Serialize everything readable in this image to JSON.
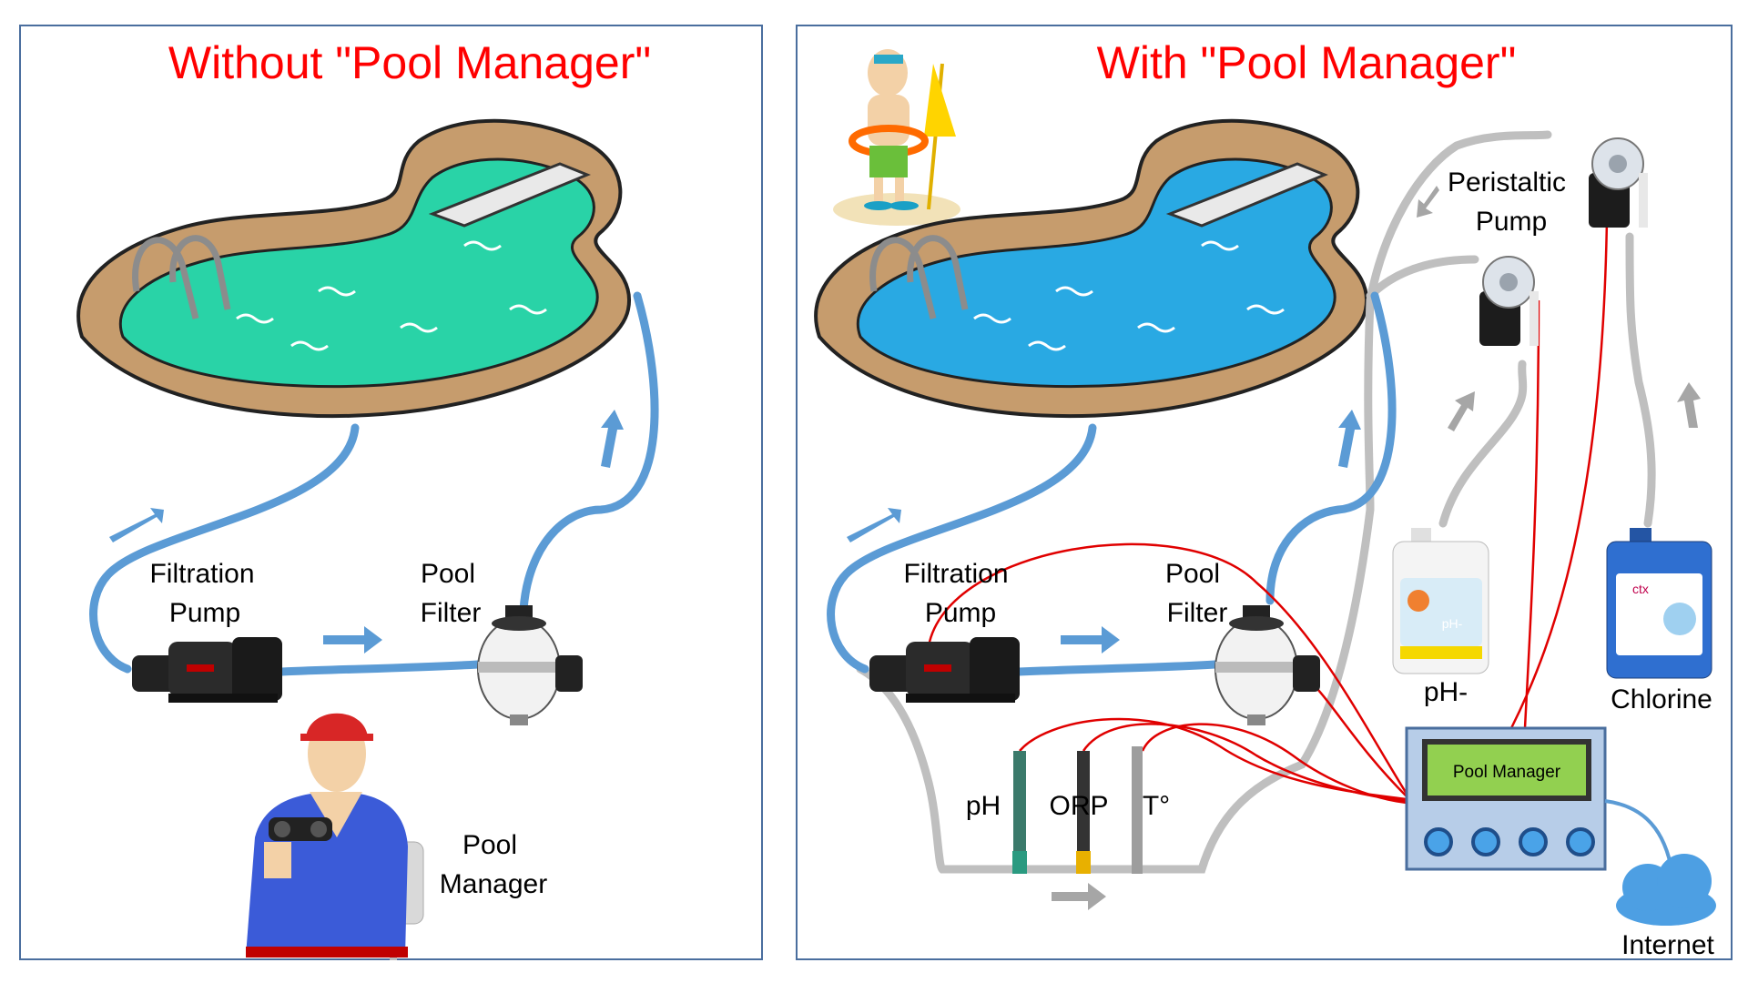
{
  "left_panel": {
    "title": "Without \"Pool Manager\"",
    "filtration_pump_line1": "Filtration",
    "filtration_pump_line2": "Pump",
    "pool_filter_line1": "Pool",
    "pool_filter_line2": "Filter",
    "pool_manager_line1": "Pool",
    "pool_manager_line2": "Manager"
  },
  "right_panel": {
    "title": "With \"Pool Manager\"",
    "filtration_pump_line1": "Filtration",
    "filtration_pump_line2": "Pump",
    "pool_filter_line1": "Pool",
    "pool_filter_line2": "Filter",
    "peristaltic_line1": "Peristaltic",
    "peristaltic_line2": "Pump",
    "ph_minus": "pH-",
    "chlorine": "Chlorine",
    "controller_screen": "Pool Manager",
    "sensor_ph": "pH",
    "sensor_orp": "ORP",
    "sensor_temp": "T°",
    "internet": "Internet",
    "canister_ph_label": "pH-",
    "canister_ctx_label": "ctx"
  },
  "colors": {
    "title": "#ff0000",
    "panel_border": "#4a6e9e",
    "water_left": "#29d3a7",
    "water_right": "#29a9e3",
    "pipe_blue": "#5b9bd5",
    "pipe_grey": "#bfbfbf",
    "wire_red": "#e00000",
    "controller_frame": "#b7cde8",
    "controller_screen": "#92d050"
  }
}
